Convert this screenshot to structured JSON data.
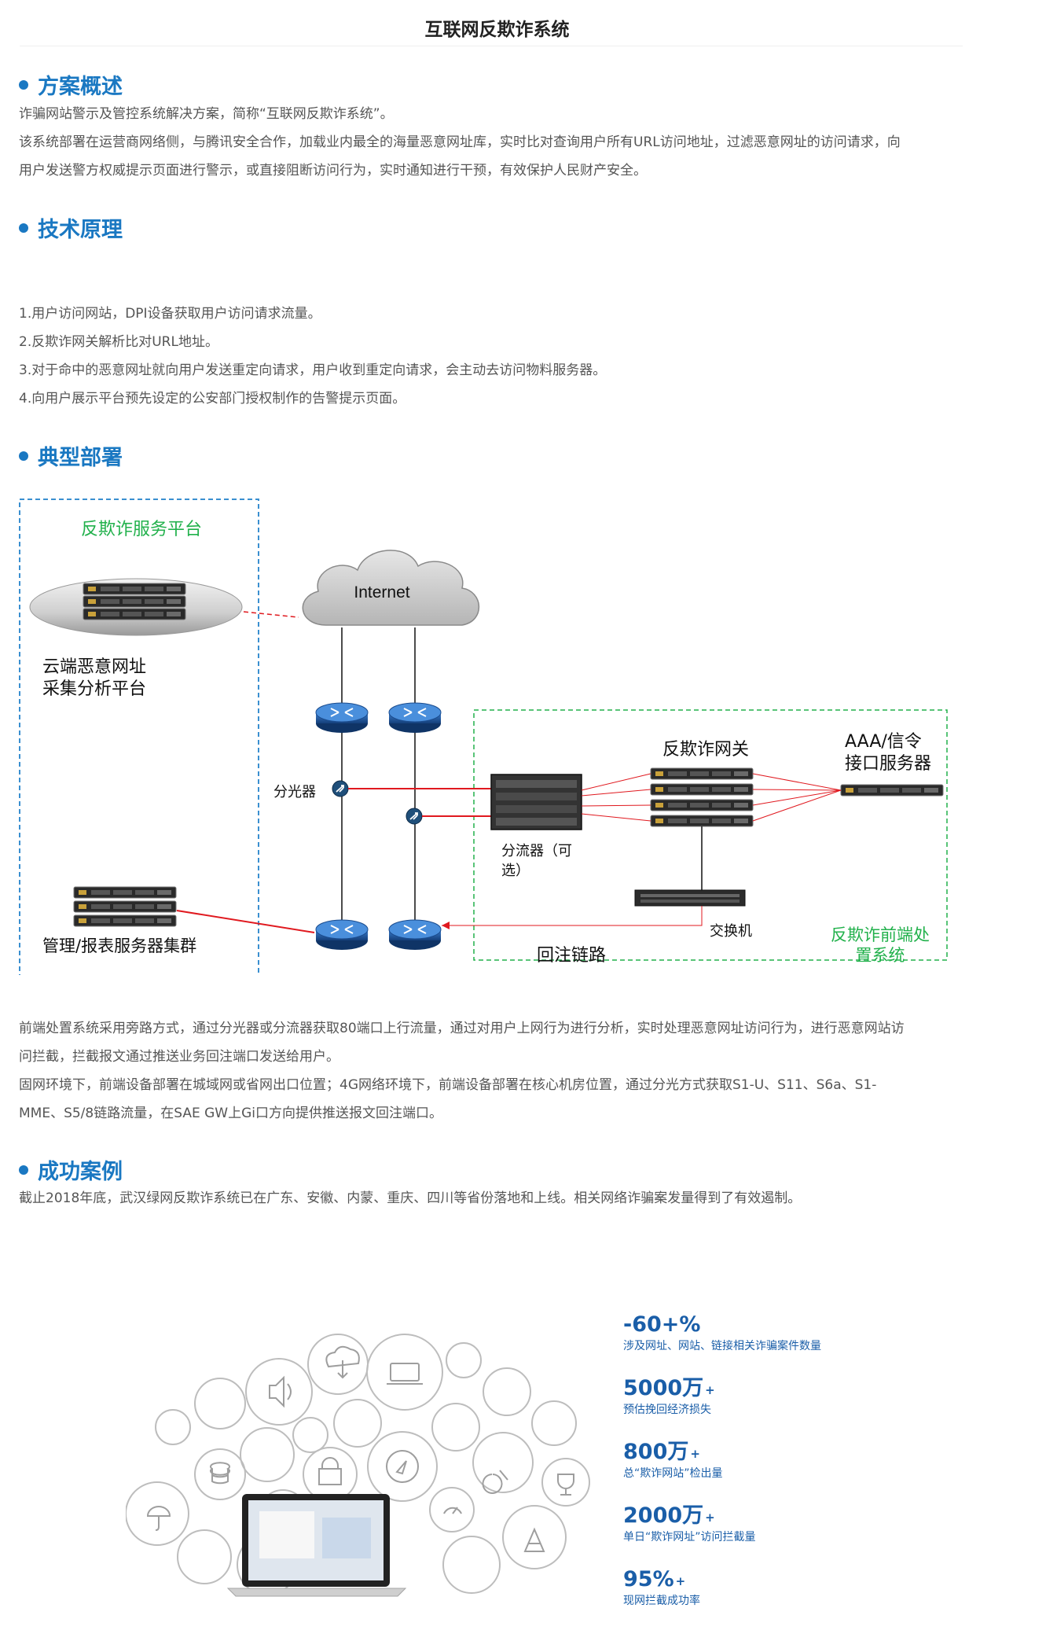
{
  "page": {
    "title": "互联网反欺诈系统"
  },
  "sections": {
    "overview": {
      "heading": "方案概述",
      "p1": "诈骗网站警示及管控系统解决方案，简称“互联网反欺诈系统”。",
      "p2": "该系统部署在运营商网络侧，与腾讯安全合作，加载业内最全的海量恶意网址库，实时比对查询用户所有URL访问地址，过滤恶意网址的访问请求，向",
      "p3": "用户发送警方权威提示页面进行警示，或直接阻断访问行为，实时通知进行干预，有效保护人民财产安全。"
    },
    "principle": {
      "heading": "技术原理",
      "steps": [
        "1.用户访问网站，DPI设备获取用户访问请求流量。",
        "2.反欺诈网关解析比对URL地址。",
        "3.对于命中的恶意网址就向用户发送重定向请求，用户收到重定向请求，会主动去访问物料服务器。",
        "4.向用户展示平台预先设定的公安部门授权制作的告警提示页面。"
      ]
    },
    "deployment": {
      "heading": "典型部署",
      "p1": "前端处置系统采用旁路方式，通过分光器或分流器获取80端口上行流量，通过对用户上网行为进行分析，实时处理恶意网址访问行为，进行恶意网站访",
      "p2": "问拦截，拦截报文通过推送业务回注端口发送给用户。",
      "p3": "固网环境下，前端设备部署在城域网或省网出口位置；4G网络环境下，前端设备部署在核心机房位置，通过分光方式获取S1-U、S11、S6a、S1-",
      "p4": "MME、S5/8链路流量，在SAE GW上Gi口方向提供推送报文回注端口。"
    },
    "cases": {
      "heading": "成功案例",
      "p1": "截止2018年底，武汉绿网反欺诈系统已在广东、安徽、内蒙、重庆、四川等省份落地和上线。相关网络诈骗案发量得到了有效遏制。"
    }
  },
  "diagram": {
    "platform_title": "反欺诈服务平台",
    "cloud_platform_line1": "云端恶意网址",
    "cloud_platform_line2": "采集分析平台",
    "internet": "Internet",
    "splitter_label": "分光器",
    "gateway_label": "反欺诈网关",
    "aaa_line1": "AAA/信令",
    "aaa_line2": "接口服务器",
    "shunt_line1": "分流器（可",
    "shunt_line2": "选）",
    "mgmt_cluster": "管理/报表服务器集群",
    "switch_label": "交换机",
    "reinject_label": "回注链路",
    "frontend_line1": "反欺诈前端处",
    "frontend_line2": "置系统",
    "colors": {
      "green": "#22b14c",
      "blue_dash": "#3a8fd0",
      "red": "#e0191f",
      "router": "#1e5fa8"
    }
  },
  "stats": [
    {
      "value": "-60+%",
      "sup": "",
      "desc": "涉及网址、网站、链接相关诈骗案件数量"
    },
    {
      "value": "5000万",
      "sup": "+",
      "desc": "预估挽回经济损失"
    },
    {
      "value": "800万",
      "sup": "+",
      "desc": "总“欺诈网站”检出量"
    },
    {
      "value": "2000万",
      "sup": "+",
      "desc": "单日“欺诈网址”访问拦截量"
    },
    {
      "value": "95%",
      "sup": "+",
      "desc": "现网拦截成功率"
    }
  ]
}
